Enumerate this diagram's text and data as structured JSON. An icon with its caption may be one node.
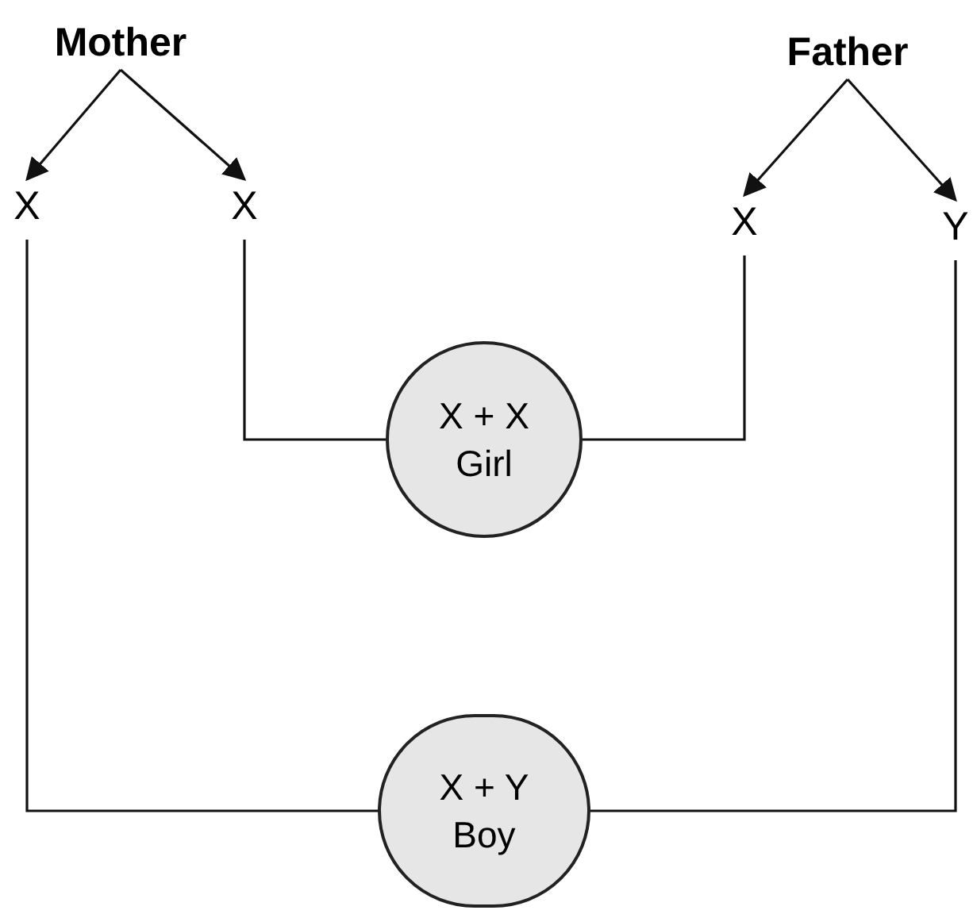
{
  "diagram": {
    "nodes": [
      {
        "text": [
          "Mother"
        ]
      },
      {
        "text": [
          "X"
        ]
      },
      {
        "text": [
          "X"
        ]
      },
      {
        "text": [
          "Father"
        ]
      },
      {
        "text": [
          "X"
        ]
      },
      {
        "text": [
          "Y"
        ]
      },
      {
        "text": [
          "X + X",
          "Girl"
        ]
      },
      {
        "text": [
          "X + Y",
          "Boy"
        ]
      }
    ],
    "edges": [
      {
        "from": 0,
        "to": 1,
        "arrow": "to"
      },
      {
        "from": 0,
        "to": 2,
        "arrow": "to"
      },
      {
        "from": 3,
        "to": 4,
        "arrow": "to"
      },
      {
        "from": 3,
        "to": 5,
        "arrow": "to"
      },
      {
        "from": 2,
        "to": 6,
        "arrow": "none"
      },
      {
        "from": 4,
        "to": 6,
        "arrow": "none"
      },
      {
        "from": 1,
        "to": 7,
        "arrow": "none"
      },
      {
        "from": 5,
        "to": 7,
        "arrow": "none"
      }
    ]
  }
}
